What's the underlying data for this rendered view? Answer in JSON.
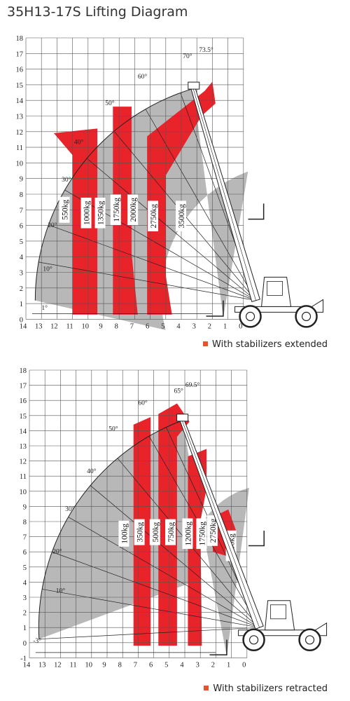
{
  "title": "35H13-17S Lifting Diagram",
  "colors": {
    "red": "#e8232a",
    "gray": "#b8b8b8",
    "grid": "#555555",
    "line": "#222222",
    "bullet": "#e8542a"
  },
  "diagrams": [
    {
      "caption": "With stabilizers extended",
      "y_ticks": [
        "0",
        "1",
        "2",
        "3",
        "4",
        "5",
        "6",
        "7",
        "8",
        "9",
        "10",
        "11",
        "12",
        "13",
        "14",
        "15",
        "16",
        "17",
        "18"
      ],
      "x_ticks": [
        "14",
        "13",
        "12",
        "11",
        "10",
        "9",
        "8",
        "7",
        "6",
        "5",
        "4",
        "3",
        "2",
        "1",
        "0"
      ],
      "angles": [
        "1°",
        "10°",
        "20°",
        "30°",
        "40°",
        "50°",
        "60°",
        "70°",
        "73.5°"
      ],
      "zones": [
        {
          "label": "550kg",
          "color": "gray"
        },
        {
          "label": "1000kg",
          "color": "red"
        },
        {
          "label": "1350kg",
          "color": "gray"
        },
        {
          "label": "1750kg",
          "color": "red"
        },
        {
          "label": "2000kg",
          "color": "gray"
        },
        {
          "label": "2750kg",
          "color": "red"
        },
        {
          "label": "3500kg",
          "color": "gray"
        }
      ]
    },
    {
      "caption": "With stabilizers retracted",
      "y_ticks": [
        "-1",
        "0",
        "1",
        "2",
        "3",
        "4",
        "5",
        "6",
        "7",
        "8",
        "9",
        "10",
        "11",
        "12",
        "13",
        "14",
        "15",
        "16",
        "17",
        "18"
      ],
      "x_ticks": [
        "14",
        "13",
        "12",
        "11",
        "10",
        "9",
        "8",
        "7",
        "6",
        "5",
        "4",
        "3",
        "2",
        "1",
        "0"
      ],
      "angles": [
        "-3°",
        "10°",
        "20°",
        "30°",
        "40°",
        "50°",
        "60°",
        "65°",
        "69.5°"
      ],
      "zones": [
        {
          "label": "100kg",
          "color": "gray"
        },
        {
          "label": "350kg",
          "color": "red"
        },
        {
          "label": "500kg",
          "color": "gray"
        },
        {
          "label": "750kg",
          "color": "red"
        },
        {
          "label": "1200kg",
          "color": "gray"
        },
        {
          "label": "1750kg",
          "color": "red"
        },
        {
          "label": "2750kg",
          "color": "gray"
        },
        {
          "label": "3500kg",
          "color": "red"
        }
      ]
    }
  ]
}
